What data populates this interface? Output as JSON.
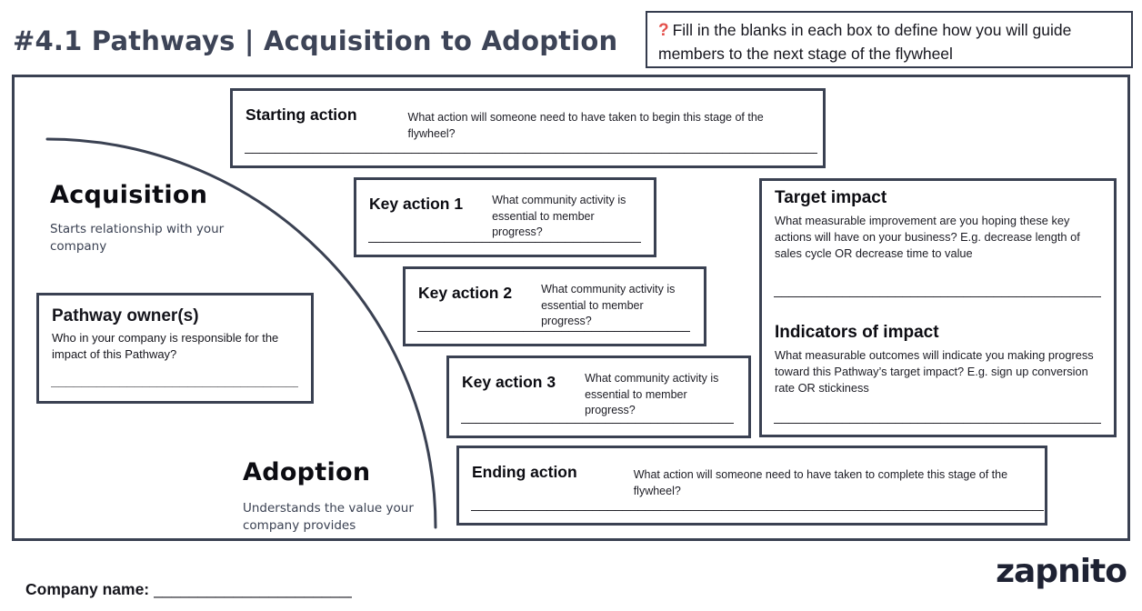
{
  "header": {
    "title": "#4.1 Pathways | Acquisition to Adoption",
    "instruction": {
      "icon": "?",
      "text": "Fill in the blanks in each box to define how you will guide members to the next stage of the flywheel"
    }
  },
  "stages": {
    "acquisition": {
      "label": "Acquisition",
      "description": "Starts relationship with your company"
    },
    "adoption": {
      "label": "Adoption",
      "description": "Understands the value your company provides"
    }
  },
  "boxes": {
    "starting_action": {
      "title": "Starting action",
      "question": "What action will someone need to have taken to begin this stage of the flywheel?",
      "blank": "______________________________________________________________________________________________"
    },
    "key_action_1": {
      "title": "Key action 1",
      "question": "What community activity is essential to member progress?",
      "blank": "__________________________________________________"
    },
    "key_action_2": {
      "title": "Key action 2",
      "question": "What community activity is essential to member progress?",
      "blank": "__________________________________________________"
    },
    "key_action_3": {
      "title": "Key action 3",
      "question": "What community activity is essential to member progress?",
      "blank": "__________________________________________________"
    },
    "pathway_owner": {
      "title": "Pathway owner(s)",
      "question": "Who in your company is responsible for the impact of this Pathway?",
      "blank": "______________________________________________"
    },
    "target_impact": {
      "title": "Target impact",
      "question": "What measurable improvement are you hoping these key actions will have on your business? E.g. decrease length of sales cycle OR decrease time to value",
      "blank": "____________________________________________________________"
    },
    "indicators_of_impact": {
      "title": "Indicators of impact",
      "question": "What measurable outcomes will indicate you making progress toward this Pathway’s target impact? E.g. sign up conversion rate OR stickiness",
      "blank": "____________________________________________________________"
    },
    "ending_action": {
      "title": "Ending action",
      "question": "What action will someone need to have taken to complete this stage of the flywheel?",
      "blank": "______________________________________________________________________________________________"
    }
  },
  "footer": {
    "company_label": "Company name:",
    "company_blank": "________________________________",
    "brand": "zapnito"
  },
  "colors": {
    "navy": "#3a4152",
    "title_navy": "#3d4457",
    "red": "#e4504b",
    "text": "#15151c",
    "logo_navy": "#1e2233"
  }
}
